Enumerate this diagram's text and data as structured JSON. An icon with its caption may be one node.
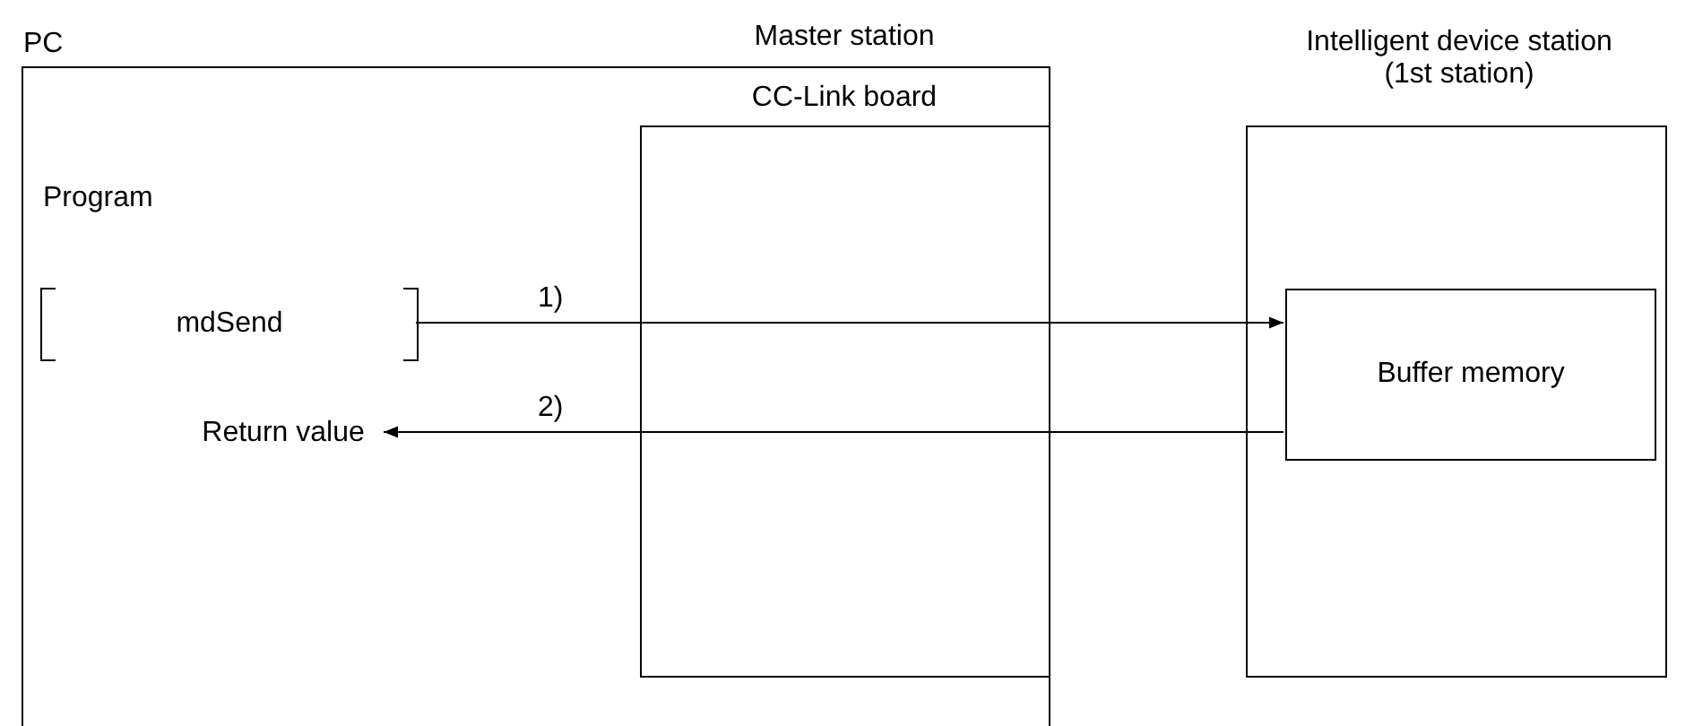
{
  "diagram": {
    "nodes": [
      {
        "text": [
          "PC"
        ]
      },
      {
        "text": [
          "mdSend"
        ],
        "in": 0
      },
      {
        "text": [
          "Return value"
        ],
        "in": 0
      },
      {
        "text": [
          "Intelligent device station (1st station)"
        ]
      },
      {
        "text": [
          "Buffer memory"
        ],
        "in": 3
      }
    ],
    "edges": [
      {
        "from": 1,
        "to": 4,
        "arrow": "to",
        "label": "1)"
      },
      {
        "from": 4,
        "to": 2,
        "arrow": "to",
        "label": "2)"
      }
    ],
    "labels": [
      "Master station",
      "CC-Link board",
      "Program"
    ]
  }
}
